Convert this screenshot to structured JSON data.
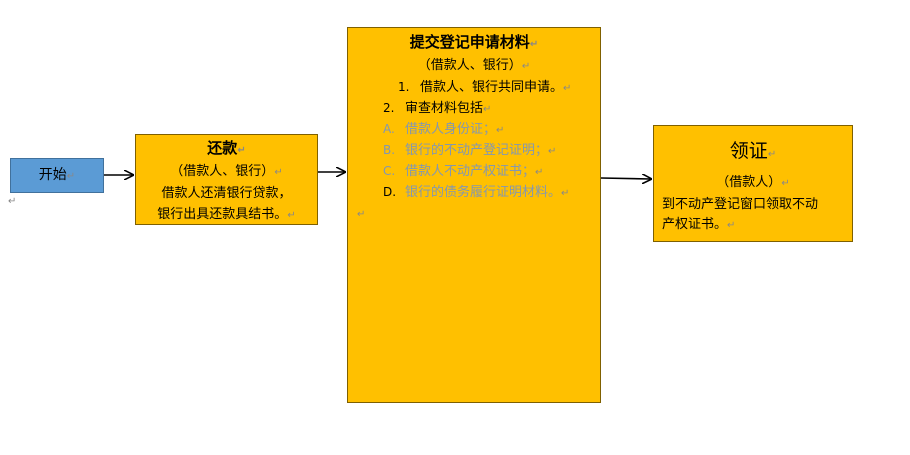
{
  "start": {
    "label": "开始"
  },
  "repay": {
    "title": "还款",
    "party": "（借款人、银行）",
    "desc_line1": "借款人还清银行贷款，",
    "desc_line2": "银行出具还款具结书。"
  },
  "submit": {
    "title": "提交登记申请材料",
    "party": "（借款人、银行）",
    "steps": [
      {
        "num": "1.",
        "text": "借款人、银行共同申请。"
      },
      {
        "num": "2.",
        "text": "审查材料包括"
      }
    ],
    "materials": [
      {
        "letter": "A.",
        "text": "借款人身份证；"
      },
      {
        "letter": "B.",
        "text": "银行的不动产登记证明；"
      },
      {
        "letter": "C.",
        "text": "借款人不动产权证书；"
      },
      {
        "letter": "D.",
        "text": "银行的债务履行证明材料。"
      }
    ]
  },
  "receive": {
    "title": "领证",
    "party": "（借款人）",
    "desc_line1": "到不动产登记窗口领取不动",
    "desc_line2": "产权证书。"
  },
  "marks": {
    "paragraph": "↵"
  },
  "colors": {
    "box_fill": "#ffc000",
    "start_fill": "#5b9bd5",
    "muted_text": "#8497b0"
  }
}
